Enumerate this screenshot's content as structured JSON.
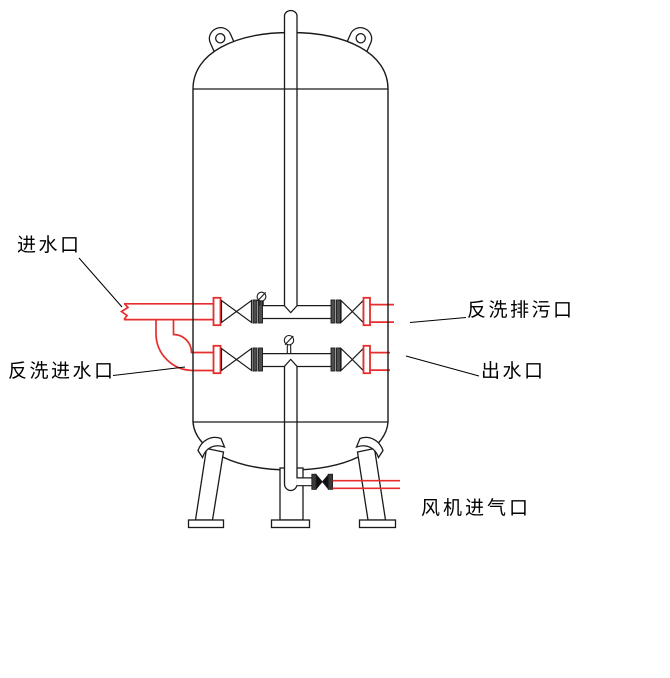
{
  "diagram": {
    "labels": {
      "inlet": "进水口",
      "backwash_inlet": "反洗进水口",
      "backwash_drain": "反洗排污口",
      "outlet": "出水口",
      "blower_air_inlet": "风机进气口"
    },
    "colors": {
      "pipe_red": "#e62e2e",
      "line": "#1a1a1a",
      "flange_dark": "#4d4d4d",
      "background": "#ffffff"
    }
  }
}
